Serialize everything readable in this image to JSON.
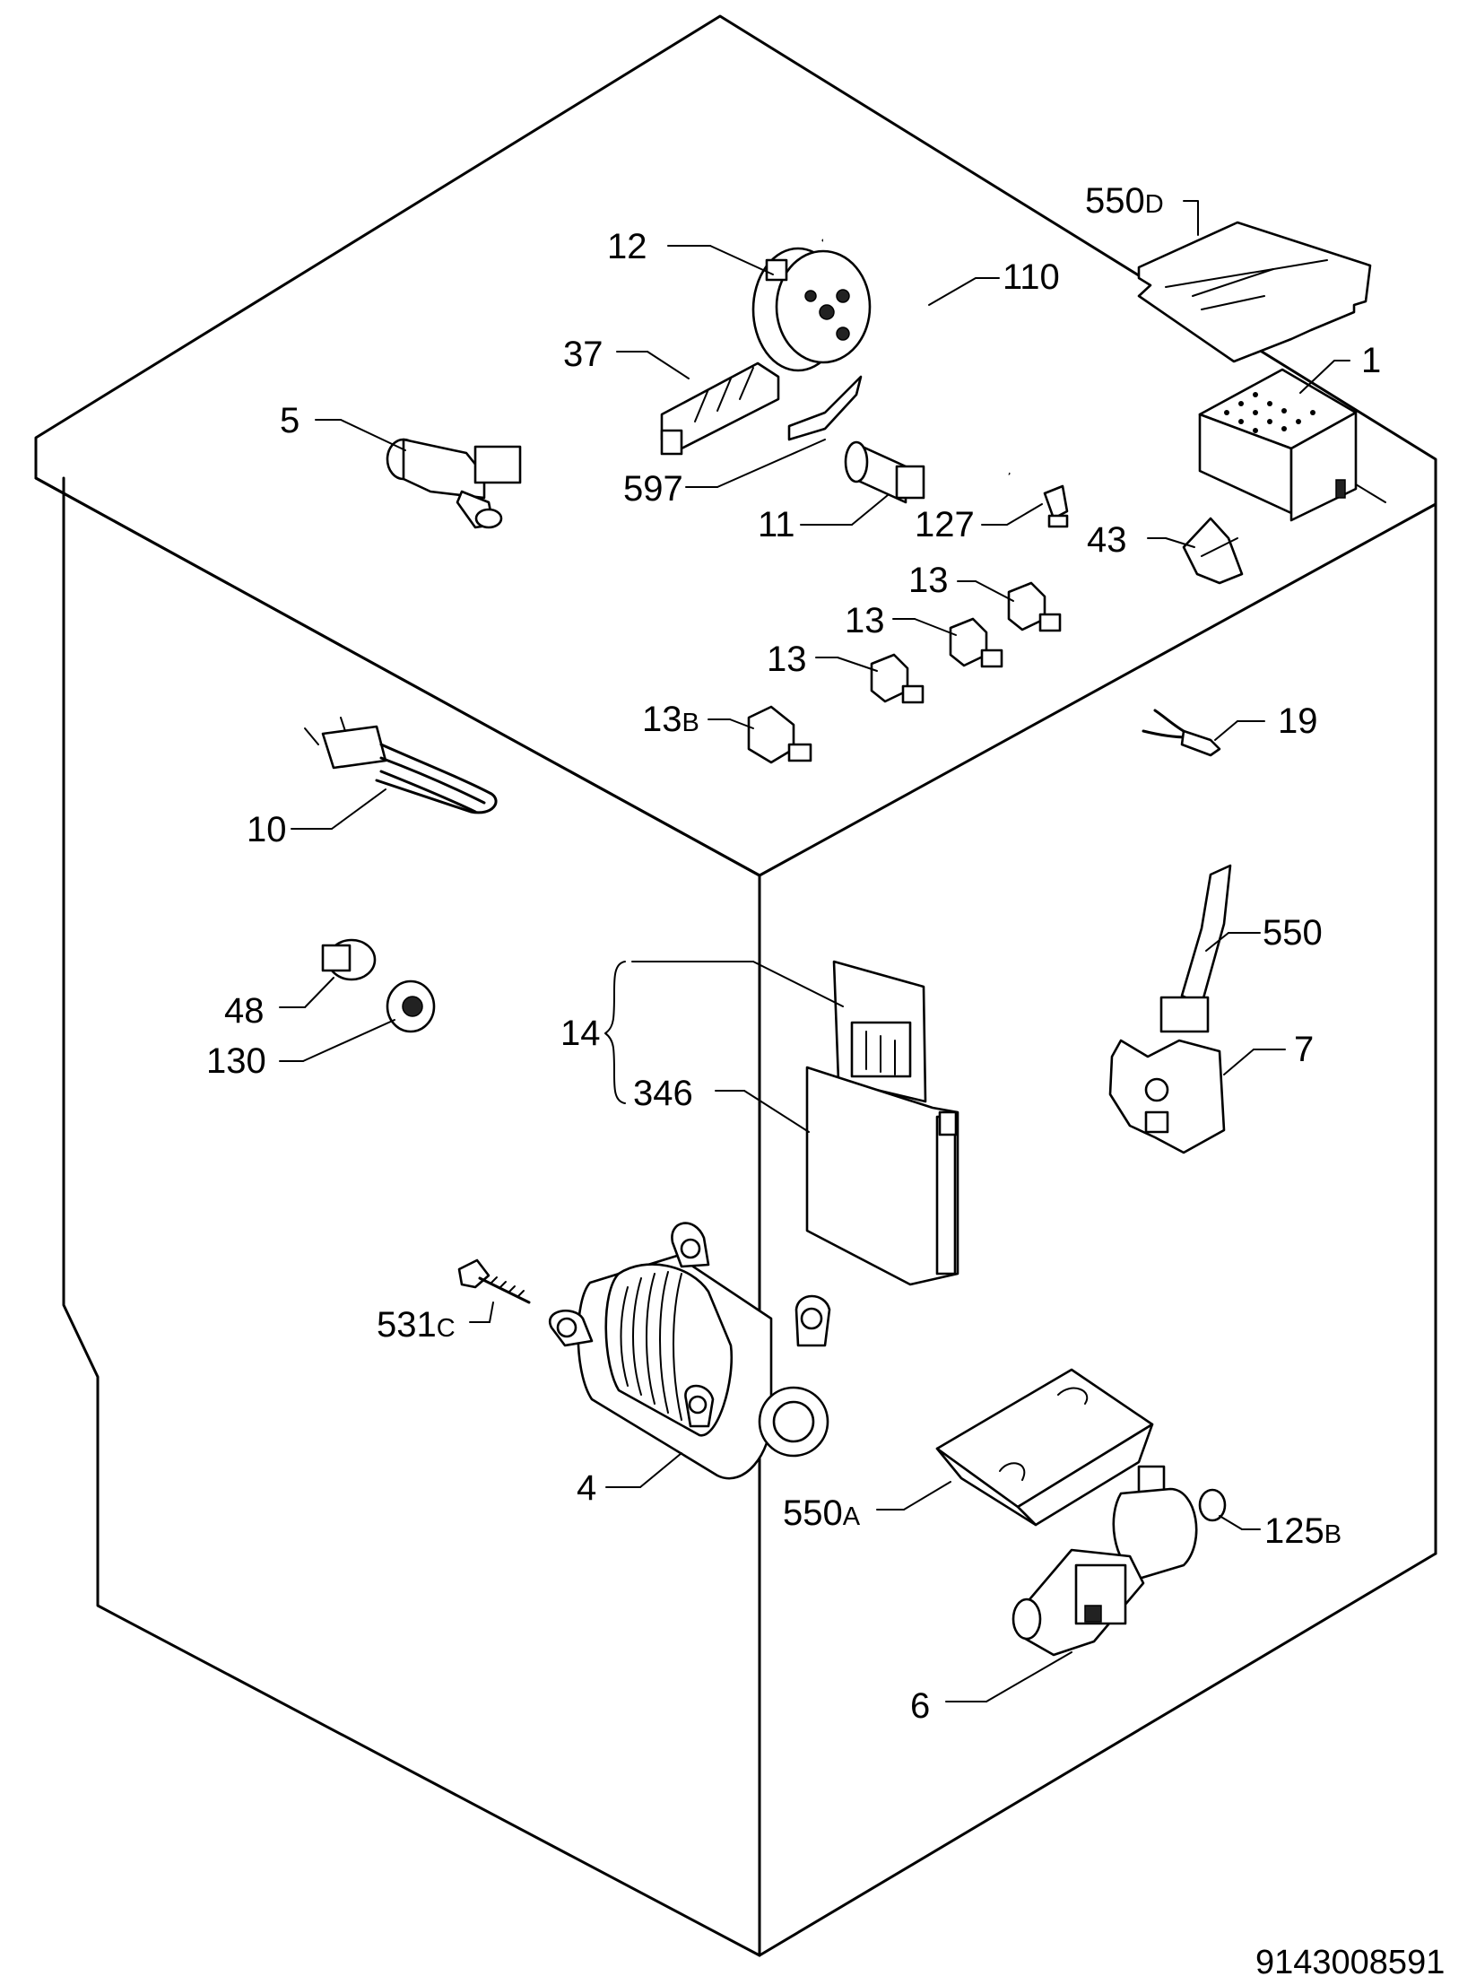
{
  "reference": "9143008591",
  "labels": {
    "l550D": {
      "main": "550",
      "suffix": "D"
    },
    "l12": "12",
    "l110": "110",
    "l1": "1",
    "l37": "37",
    "l5": "5",
    "l597": "597",
    "l11": "11",
    "l127": "127",
    "l43": "43",
    "l13a": "13",
    "l13b": "13",
    "l13c": "13",
    "l13B": {
      "main": "13",
      "suffix": "B"
    },
    "l19": "19",
    "l10": "10",
    "l550": "550",
    "l48": "48",
    "l130": "130",
    "l14": "14",
    "l346": "346",
    "l7": "7",
    "l531C": {
      "main": "531",
      "suffix": "C"
    },
    "l4": "4",
    "l550A": {
      "main": "550",
      "suffix": "A"
    },
    "l125B": {
      "main": "125",
      "suffix": "B"
    },
    "l6": "6"
  },
  "icons": [
    "cabinet-outline",
    "pressure-switch",
    "tube",
    "relay-cover",
    "programmer-timer",
    "terminal-block",
    "inlet-valve",
    "bracket",
    "capacitor",
    "sensor",
    "interlock",
    "connector",
    "thermistor",
    "heating-element",
    "indicator-lamp",
    "knob",
    "detergent-dispenser",
    "door-lock",
    "screw",
    "motor",
    "motor-cover",
    "seal-ring",
    "drain-pump"
  ]
}
